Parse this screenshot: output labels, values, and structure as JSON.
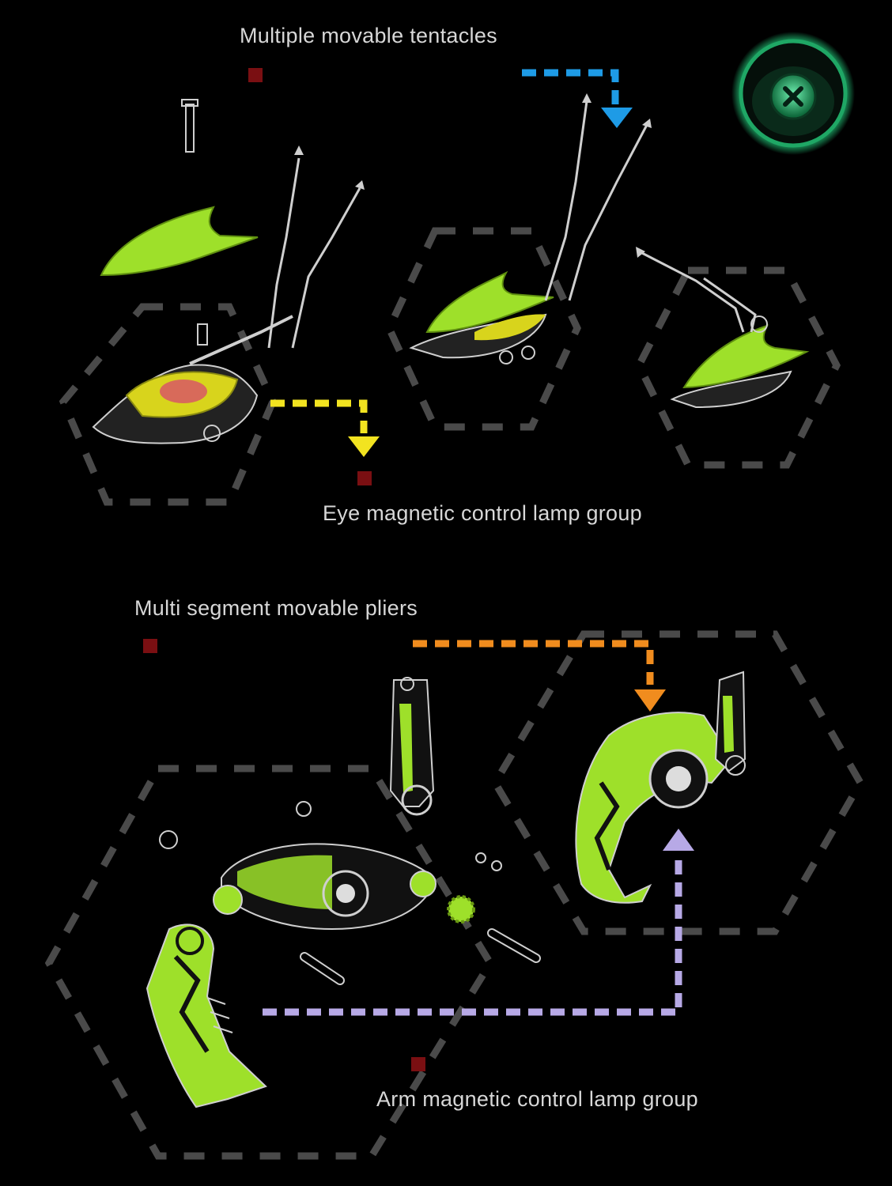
{
  "labels": {
    "tentacles": "Multiple movable tentacles",
    "eye_lamp": "Eye magnetic control lamp group",
    "pliers": "Multi segment movable pliers",
    "arm_lamp": "Arm magnetic control lamp group"
  },
  "colors": {
    "background": "#000000",
    "text": "#d7d7d7",
    "hex_dash": "#4a4a4a",
    "marker": "#7a0f12",
    "arrow_blue": "#1e9be6",
    "arrow_yellow": "#f2e320",
    "arrow_orange": "#f08c1e",
    "arrow_lavender": "#b7a9e6",
    "part_green": "#9ee02a",
    "part_yellow": "#d8d41c",
    "part_salmon": "#d86a5a",
    "logo_glow": "#22c97a"
  },
  "icons": {
    "logo": "x-badge-icon",
    "arrow": "dashed-elbow-arrow"
  }
}
